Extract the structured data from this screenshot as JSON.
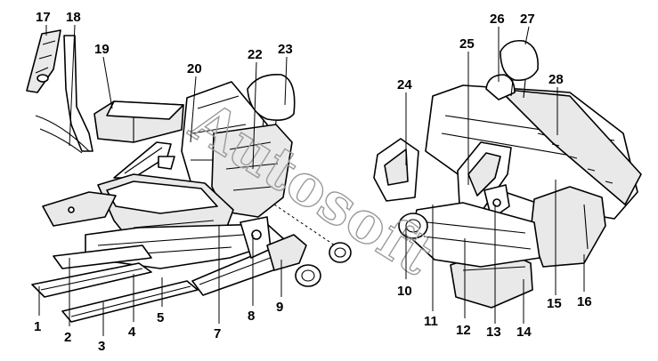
{
  "watermark": "Autosoft",
  "callouts": [
    {
      "id": "callout-1",
      "label": "1"
    },
    {
      "id": "callout-2",
      "label": "2"
    },
    {
      "id": "callout-3",
      "label": "3"
    },
    {
      "id": "callout-4",
      "label": "4"
    },
    {
      "id": "callout-5",
      "label": "5"
    },
    {
      "id": "callout-7",
      "label": "7"
    },
    {
      "id": "callout-8",
      "label": "8"
    },
    {
      "id": "callout-9",
      "label": "9"
    },
    {
      "id": "callout-10",
      "label": "10"
    },
    {
      "id": "callout-11",
      "label": "11"
    },
    {
      "id": "callout-12",
      "label": "12"
    },
    {
      "id": "callout-13",
      "label": "13"
    },
    {
      "id": "callout-14",
      "label": "14"
    },
    {
      "id": "callout-15",
      "label": "15"
    },
    {
      "id": "callout-16",
      "label": "16"
    },
    {
      "id": "callout-17",
      "label": "17"
    },
    {
      "id": "callout-18",
      "label": "18"
    },
    {
      "id": "callout-19",
      "label": "19"
    },
    {
      "id": "callout-20",
      "label": "20"
    },
    {
      "id": "callout-22",
      "label": "22"
    },
    {
      "id": "callout-23",
      "label": "23"
    },
    {
      "id": "callout-24",
      "label": "24"
    },
    {
      "id": "callout-25",
      "label": "25"
    },
    {
      "id": "callout-26",
      "label": "26"
    },
    {
      "id": "callout-27",
      "label": "27"
    },
    {
      "id": "callout-28",
      "label": "28"
    }
  ]
}
